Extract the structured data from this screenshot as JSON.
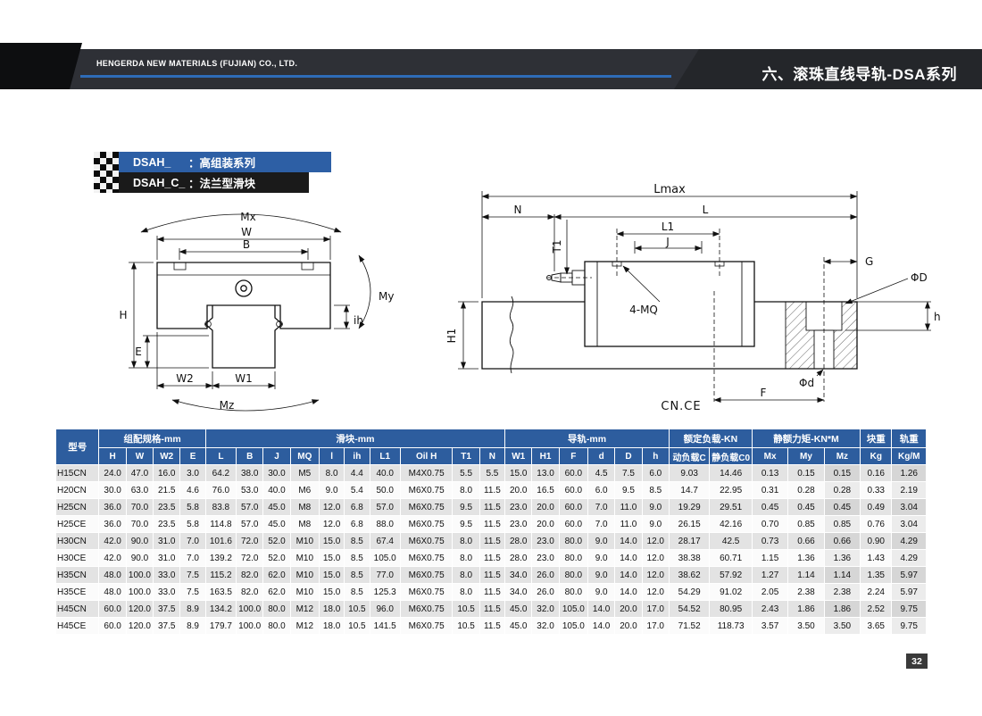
{
  "page_number": "32",
  "header": {
    "company": "HENGERDA NEW MATERIALS (FUJIAN) CO., LTD.",
    "section_title": "六、滚珠直线导轨-DSA系列"
  },
  "series_banner": {
    "rows": [
      {
        "code": "DSAH_",
        "desc": "：高组装系列"
      },
      {
        "code": "DSAH_C_",
        "desc": "：法兰型滑块"
      }
    ]
  },
  "diagrams": {
    "front_view": {
      "mx": "Mx",
      "w": "W",
      "b": "B",
      "h": "H",
      "e": "E",
      "w2": "W2",
      "w1": "W1",
      "ih": "ih",
      "my": "My",
      "mz": "Mz"
    },
    "side_view": {
      "lmax": "Lmax",
      "n": "N",
      "l": "L",
      "l1": "L1",
      "j": "J",
      "t1": "T1",
      "mq": "4-MQ",
      "h1": "H1",
      "g": "G",
      "dia_d_upper": "ΦD",
      "h": "h",
      "dia_d_lower": "Φd",
      "f": "F",
      "cn_ce": "CN.CE"
    }
  },
  "table": {
    "col_model": "型号",
    "groups": [
      {
        "label": "组配规格-mm",
        "span": 4
      },
      {
        "label": "滑块-mm",
        "span": 10
      },
      {
        "label": "导轨-mm",
        "span": 6
      },
      {
        "label": "额定负载-KN",
        "span": 2
      },
      {
        "label": "静额力矩-KN*M",
        "span": 3
      },
      {
        "label": "块重",
        "span": 1
      },
      {
        "label": "轨重",
        "span": 1
      }
    ],
    "sub_headers": [
      "H",
      "W",
      "W2",
      "E",
      "L",
      "B",
      "J",
      "MQ",
      "l",
      "ih",
      "L1",
      "Oil H",
      "T1",
      "N",
      "W1",
      "H1",
      "F",
      "d",
      "D",
      "h",
      "动负载C",
      "静负载C0",
      "Mx",
      "My",
      "Mz",
      "Kg",
      "Kg/M"
    ],
    "rows": [
      {
        "model": "H15CN",
        "values": [
          "24.0",
          "47.0",
          "16.0",
          "3.0",
          "64.2",
          "38.0",
          "30.0",
          "M5",
          "8.0",
          "4.4",
          "40.0",
          "M4X0.75",
          "5.5",
          "5.5",
          "15.0",
          "13.0",
          "60.0",
          "4.5",
          "7.5",
          "6.0",
          "9.03",
          "14.46",
          "0.13",
          "0.15",
          "0.15",
          "0.16",
          "1.26"
        ]
      },
      {
        "model": "H20CN",
        "values": [
          "30.0",
          "63.0",
          "21.5",
          "4.6",
          "76.0",
          "53.0",
          "40.0",
          "M6",
          "9.0",
          "5.4",
          "50.0",
          "M6X0.75",
          "8.0",
          "11.5",
          "20.0",
          "16.5",
          "60.0",
          "6.0",
          "9.5",
          "8.5",
          "14.7",
          "22.95",
          "0.31",
          "0.28",
          "0.28",
          "0.33",
          "2.19"
        ]
      },
      {
        "model": "H25CN",
        "values": [
          "36.0",
          "70.0",
          "23.5",
          "5.8",
          "83.8",
          "57.0",
          "45.0",
          "M8",
          "12.0",
          "6.8",
          "57.0",
          "M6X0.75",
          "9.5",
          "11.5",
          "23.0",
          "20.0",
          "60.0",
          "7.0",
          "11.0",
          "9.0",
          "19.29",
          "29.51",
          "0.45",
          "0.45",
          "0.45",
          "0.49",
          "3.04"
        ]
      },
      {
        "model": "H25CE",
        "values": [
          "36.0",
          "70.0",
          "23.5",
          "5.8",
          "114.8",
          "57.0",
          "45.0",
          "M8",
          "12.0",
          "6.8",
          "88.0",
          "M6X0.75",
          "9.5",
          "11.5",
          "23.0",
          "20.0",
          "60.0",
          "7.0",
          "11.0",
          "9.0",
          "26.15",
          "42.16",
          "0.70",
          "0.85",
          "0.85",
          "0.76",
          "3.04"
        ]
      },
      {
        "model": "H30CN",
        "values": [
          "42.0",
          "90.0",
          "31.0",
          "7.0",
          "101.6",
          "72.0",
          "52.0",
          "M10",
          "15.0",
          "8.5",
          "67.4",
          "M6X0.75",
          "8.0",
          "11.5",
          "28.0",
          "23.0",
          "80.0",
          "9.0",
          "14.0",
          "12.0",
          "28.17",
          "42.5",
          "0.73",
          "0.66",
          "0.66",
          "0.90",
          "4.29"
        ]
      },
      {
        "model": "H30CE",
        "values": [
          "42.0",
          "90.0",
          "31.0",
          "7.0",
          "139.2",
          "72.0",
          "52.0",
          "M10",
          "15.0",
          "8.5",
          "105.0",
          "M6X0.75",
          "8.0",
          "11.5",
          "28.0",
          "23.0",
          "80.0",
          "9.0",
          "14.0",
          "12.0",
          "38.38",
          "60.71",
          "1.15",
          "1.36",
          "1.36",
          "1.43",
          "4.29"
        ]
      },
      {
        "model": "H35CN",
        "values": [
          "48.0",
          "100.0",
          "33.0",
          "7.5",
          "115.2",
          "82.0",
          "62.0",
          "M10",
          "15.0",
          "8.5",
          "77.0",
          "M6X0.75",
          "8.0",
          "11.5",
          "34.0",
          "26.0",
          "80.0",
          "9.0",
          "14.0",
          "12.0",
          "38.62",
          "57.92",
          "1.27",
          "1.14",
          "1.14",
          "1.35",
          "5.97"
        ]
      },
      {
        "model": "H35CE",
        "values": [
          "48.0",
          "100.0",
          "33.0",
          "7.5",
          "163.5",
          "82.0",
          "62.0",
          "M10",
          "15.0",
          "8.5",
          "125.3",
          "M6X0.75",
          "8.0",
          "11.5",
          "34.0",
          "26.0",
          "80.0",
          "9.0",
          "14.0",
          "12.0",
          "54.29",
          "91.02",
          "2.05",
          "2.38",
          "2.38",
          "2.24",
          "5.97"
        ]
      },
      {
        "model": "H45CN",
        "values": [
          "60.0",
          "120.0",
          "37.5",
          "8.9",
          "134.2",
          "100.0",
          "80.0",
          "M12",
          "18.0",
          "10.5",
          "96.0",
          "M6X0.75",
          "10.5",
          "11.5",
          "45.0",
          "32.0",
          "105.0",
          "14.0",
          "20.0",
          "17.0",
          "54.52",
          "80.95",
          "2.43",
          "1.86",
          "1.86",
          "2.52",
          "9.75"
        ]
      },
      {
        "model": "H45CE",
        "values": [
          "60.0",
          "120.0",
          "37.5",
          "8.9",
          "179.7",
          "100.0",
          "80.0",
          "M12",
          "18.0",
          "10.5",
          "141.5",
          "M6X0.75",
          "10.5",
          "11.5",
          "45.0",
          "32.0",
          "105.0",
          "14.0",
          "20.0",
          "17.0",
          "71.52",
          "118.73",
          "3.57",
          "3.50",
          "3.50",
          "3.65",
          "9.75"
        ]
      }
    ]
  },
  "colors": {
    "header_blue": "#2d5d9e",
    "accent_blue": "#2e6cb8",
    "band_dark": "#2e3036",
    "banner_blue": "#2d5fa5",
    "banner_black": "#1a1a1a"
  }
}
